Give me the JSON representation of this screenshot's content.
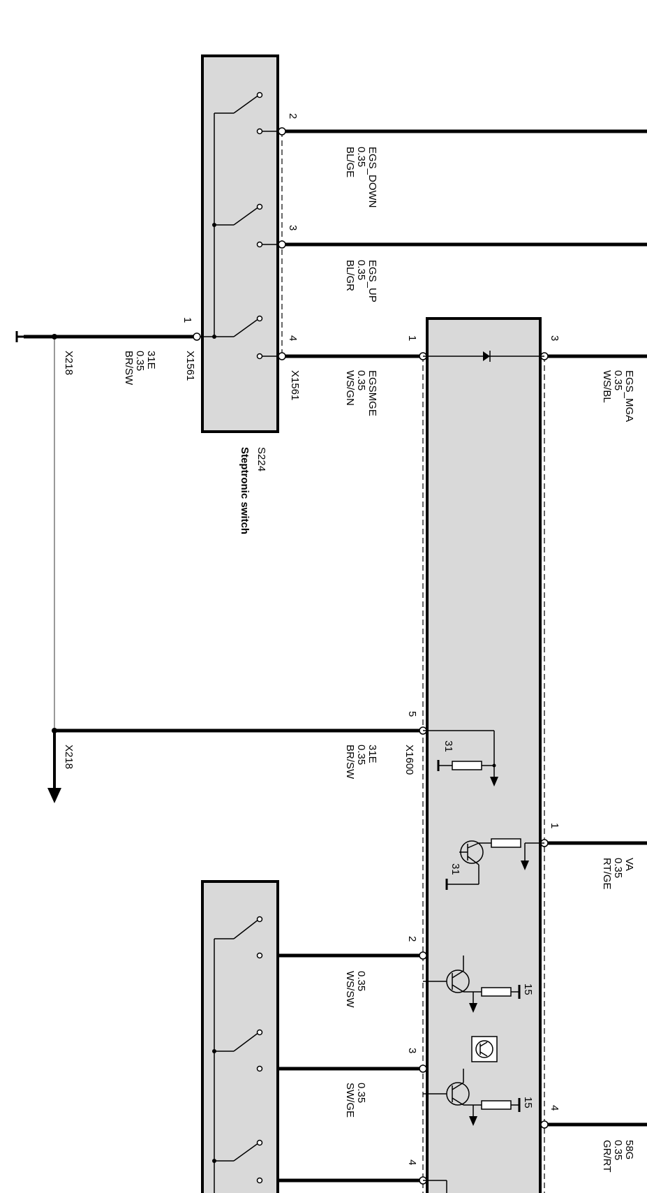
{
  "wires": [
    {
      "id": "egs-down",
      "signal": "EGS_DOWN",
      "gauge": "0.35",
      "color": "BL/GE",
      "pin": "2"
    },
    {
      "id": "egs-up",
      "signal": "EGS_UP",
      "gauge": "0.35",
      "color": "BL/GR",
      "pin": "3"
    },
    {
      "id": "egsmge",
      "signal": "EGSMGE",
      "gauge": "0.35",
      "color": "WS/GN",
      "pin": "4",
      "connector": "X1561",
      "module_pin": "1"
    },
    {
      "id": "egs-mga",
      "signal": "EGS_MGA",
      "gauge": "0.35",
      "color": "WS/BL",
      "pin": "3"
    },
    {
      "id": "ground-31e-a",
      "signal": "31E",
      "gauge": "0.35",
      "color": "BR/SW",
      "pin": "1",
      "connector": "X1561",
      "splice": "X218"
    },
    {
      "id": "ground-31e-b",
      "signal": "31E",
      "gauge": "0.35",
      "color": "BR/SW",
      "pin": "5",
      "connector": "X1600",
      "splice": "X218"
    },
    {
      "id": "va",
      "signal": "VA",
      "gauge": "0.35",
      "color": "RT/GE",
      "pin": "1"
    },
    {
      "id": "ws-sw",
      "signal": "",
      "gauge": "0.35",
      "color": "WS/SW",
      "pin": "2"
    },
    {
      "id": "sw-ge",
      "signal": "",
      "gauge": "0.35",
      "color": "SW/GE",
      "pin": "3"
    },
    {
      "id": "58g",
      "signal": "58G",
      "gauge": "0.35",
      "color": "GR/RT",
      "pin": "4"
    },
    {
      "id": "bottom",
      "signal": "",
      "gauge": "",
      "color": "",
      "pin": "4"
    }
  ],
  "component": {
    "id": "S224",
    "name": "Steptronic switch"
  },
  "module_labels": {
    "ground_31": "31",
    "supply_15": "15"
  }
}
